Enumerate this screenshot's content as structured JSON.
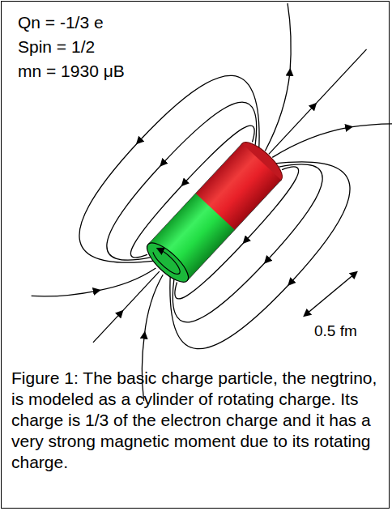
{
  "diagram": {
    "caption": "Figure 1: The basic charge particle, the negtrino, is modeled as a cylinder of rotating charge. Its charge is 1/3 of the electron charge and it has a very strong magnetic moment due to its rotating charge.",
    "labels": [
      "Qn = -1/3 e",
      "Spin = 1/2",
      "mn = 1930 μB",
      "0.5 fm"
    ]
  }
}
